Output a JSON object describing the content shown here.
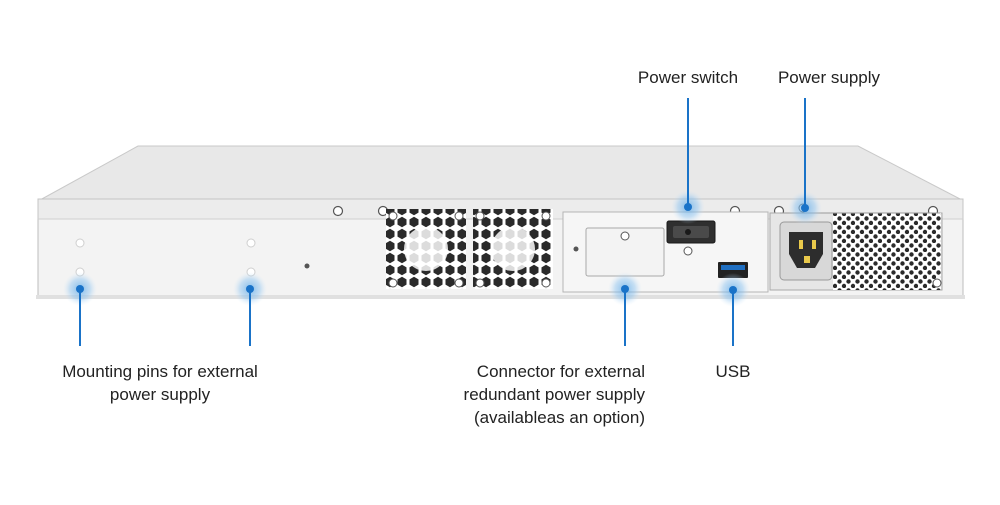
{
  "colors": {
    "accent": "#1a73c8",
    "chassis": "#f2f2f2",
    "chassis_top": "#e6e6e6",
    "outline": "#b8b8b8"
  },
  "callouts": {
    "power_switch": {
      "lines": [
        "Power switch"
      ]
    },
    "power_supply": {
      "lines": [
        "Power supply"
      ]
    },
    "mounting_pins": {
      "lines": [
        "Mounting pins for external",
        "power supply"
      ]
    },
    "redundant_connector": {
      "lines": [
        "Connector for external",
        "redundant power supply",
        "(availableas an option)"
      ]
    },
    "usb": {
      "lines": [
        "USB"
      ]
    }
  }
}
